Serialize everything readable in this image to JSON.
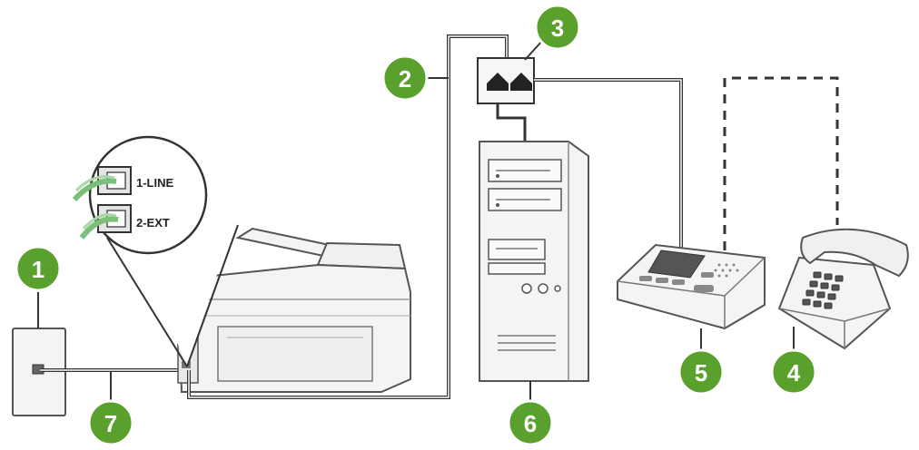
{
  "colors": {
    "badge": "#5aa02c",
    "badge_border": "#ffffff",
    "line": "#333333",
    "device_fill": "#f2f2f2",
    "device_stroke": "#555555",
    "cord_green": "#7bbf7b"
  },
  "ports": {
    "line_label": "1-LINE",
    "ext_label": "2-EXT"
  },
  "callouts": [
    "1",
    "2",
    "3",
    "4",
    "5",
    "6",
    "7"
  ]
}
